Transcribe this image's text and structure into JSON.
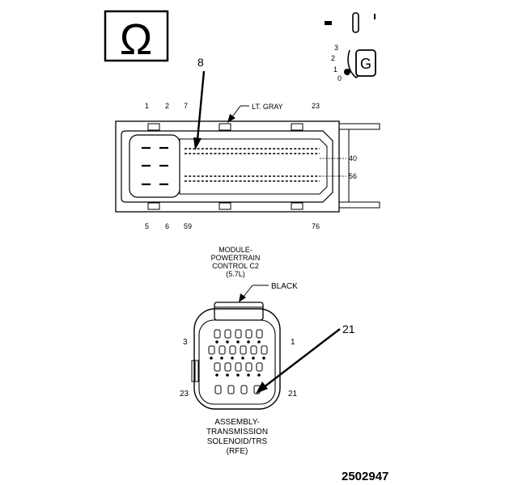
{
  "ohm_symbol": "Ω",
  "ignition_switch": {
    "off_mark": "0",
    "positions": [
      "3",
      "2",
      "1",
      "0"
    ]
  },
  "connector_c2": {
    "callout_number": "8",
    "color_label": "LT. GRAY",
    "top_pin_labels": [
      "1",
      "2",
      "7",
      "23"
    ],
    "bottom_pin_labels": [
      "5",
      "6",
      "59",
      "76"
    ],
    "side_pin_labels": [
      "40",
      "56"
    ],
    "title_lines": [
      "MODULE-",
      "POWERTRAIN",
      "CONTROL C2",
      "(5.7L)"
    ]
  },
  "connector_trs": {
    "color_label": "BLACK",
    "callout_number": "21",
    "pin_labels": {
      "top_left": "3",
      "top_right": "1",
      "bottom_left": "23",
      "bottom_right": "21"
    },
    "title_lines": [
      "ASSEMBLY-",
      "TRANSMISSION",
      "SOLENOID/TRS",
      "(RFE)"
    ]
  },
  "figure_number": "2502947",
  "colors": {
    "ink": "#000000",
    "paper": "#ffffff"
  }
}
